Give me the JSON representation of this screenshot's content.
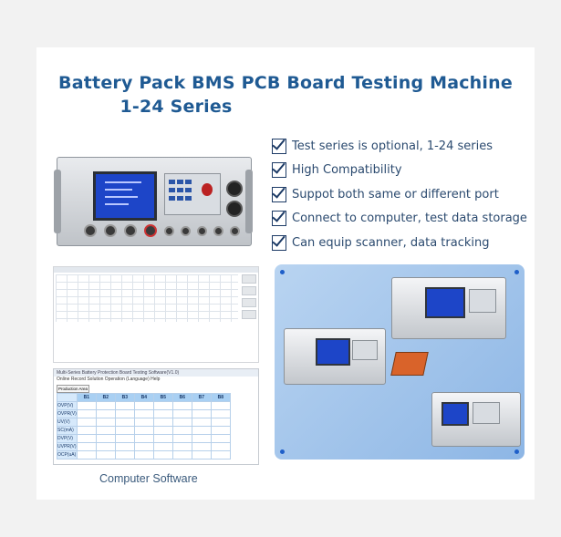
{
  "title": {
    "line1": "Battery Pack BMS PCB Board Testing Machine",
    "line2": "1-24 Series"
  },
  "features": [
    {
      "text": "Test series is optional, 1-24 series",
      "icon": "checkbox-icon"
    },
    {
      "text": "High Compatibility",
      "icon": "checkbox-icon"
    },
    {
      "text": "Suppot both same or different port",
      "icon": "checkbox-icon"
    },
    {
      "text": "Connect to computer, test data storage",
      "icon": "checkbox-icon"
    },
    {
      "text": "Can equip scanner, data tracking",
      "icon": "checkbox-icon"
    }
  ],
  "software": {
    "window_title": "Multi-Series Battery Protection Board Testing Software(V1.0)",
    "menu": "Online   Record   Solution   Operation   (Language)   Help",
    "tab": "Production Area",
    "columns": [
      "",
      "B1",
      "B2",
      "B3",
      "B4",
      "B5",
      "B6",
      "B7",
      "B8"
    ],
    "rows": [
      "OVP(V)",
      "OVPR(V)",
      "UV(V)",
      "SC(mA)",
      "DVP(V)",
      "UVPR(V)",
      "OCP(uA)"
    ]
  },
  "caption": "Computer Software",
  "colors": {
    "title": "#1f5a93",
    "feature_text": "#2b4a6f",
    "photo_background": "#a9c8ec"
  }
}
